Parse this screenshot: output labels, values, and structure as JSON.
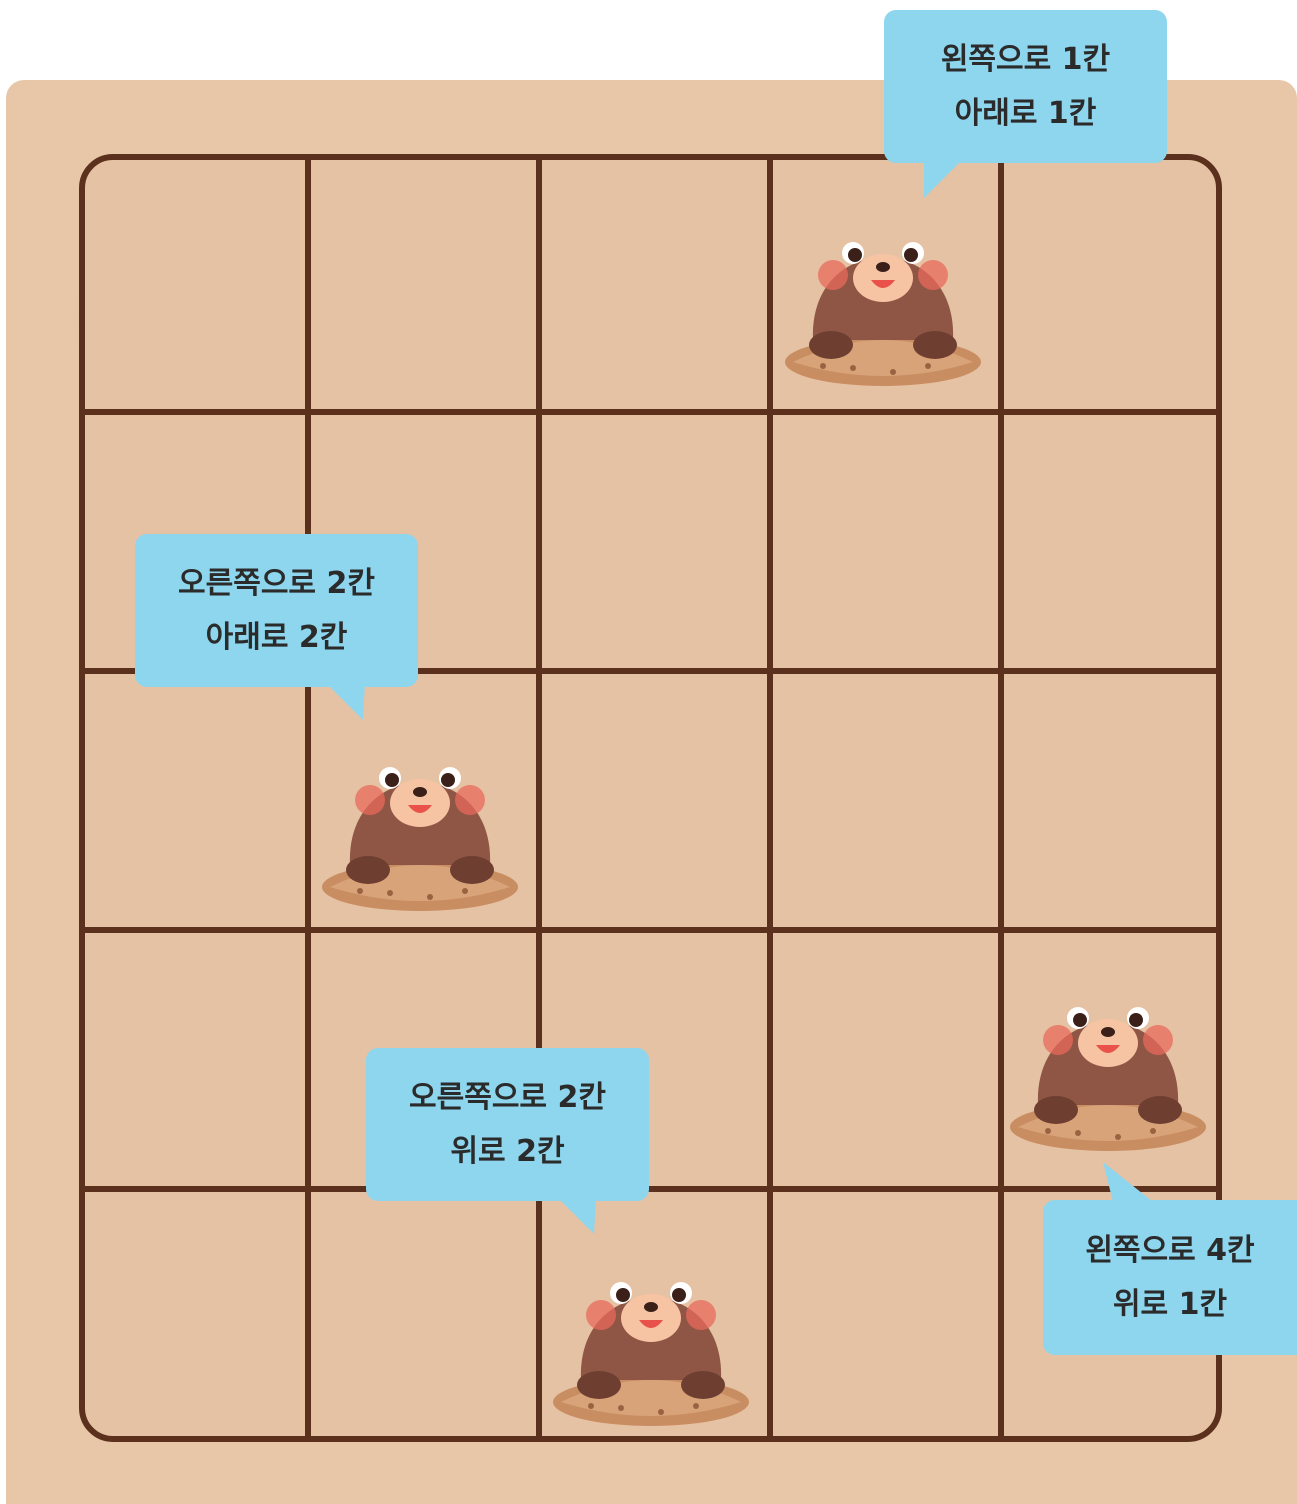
{
  "board": {
    "rows": 5,
    "cols": 5
  },
  "colors": {
    "board_bg": "#e8c7a9",
    "grid_line": "#5b301c",
    "bubble": "#8dd6ee",
    "mole_body": "#8f5645"
  },
  "moles": [
    {
      "row": 1,
      "col": 4,
      "icon": "mole-icon",
      "instruction": [
        "왼쪽으로 1칸",
        "아래로 1칸"
      ]
    },
    {
      "row": 3,
      "col": 2,
      "icon": "mole-icon",
      "instruction": [
        "오른쪽으로 2칸",
        "아래로 2칸"
      ]
    },
    {
      "row": 5,
      "col": 3,
      "icon": "mole-icon",
      "instruction": [
        "오른쪽으로 2칸",
        "위로 2칸"
      ]
    },
    {
      "row": 4,
      "col": 5,
      "icon": "mole-icon",
      "instruction": [
        "왼쪽으로 4칸",
        "위로 1칸"
      ]
    }
  ]
}
